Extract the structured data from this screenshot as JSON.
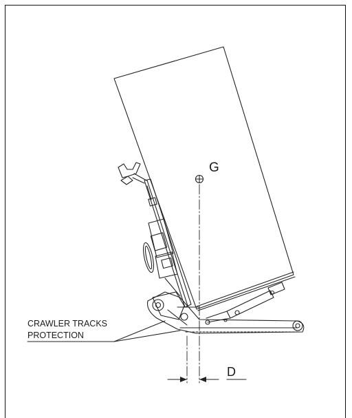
{
  "labels": {
    "center_of_gravity": "G",
    "distance": "D",
    "protection_line1": "CRAWLER TRACKS",
    "protection_line2": "PROTECTION"
  }
}
